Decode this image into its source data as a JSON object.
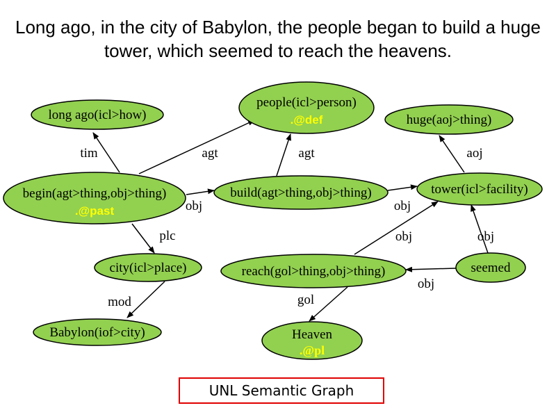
{
  "title": "Long ago, in the city of Babylon, the people began to build a huge tower, which seemed to reach the heavens.",
  "caption": "UNL Semantic Graph",
  "fill_color": "#92d050",
  "tag_color": "#ffff00",
  "caption_border_color": "#e00000",
  "nodes": {
    "longago": {
      "label": "long ago(icl>how)"
    },
    "people": {
      "label": "people(icl>person)",
      "tag": ".@def"
    },
    "huge": {
      "label": "huge(aoj>thing)"
    },
    "begin": {
      "label": "begin(agt>thing,obj>thing)",
      "tag": ".@past"
    },
    "build": {
      "label": "build(agt>thing,obj>thing)"
    },
    "tower": {
      "label": "tower(icl>facility)"
    },
    "city": {
      "label": "city(icl>place)"
    },
    "reach": {
      "label": "reach(gol>thing,obj>thing)"
    },
    "seemed": {
      "label": "seemed"
    },
    "babylon": {
      "label": "Babylon(iof>city)"
    },
    "heaven": {
      "label": "Heaven",
      "tag": ".@pl"
    }
  },
  "edges": [
    {
      "from": "begin",
      "to": "longago",
      "label": "tim"
    },
    {
      "from": "begin",
      "to": "people",
      "label": "agt"
    },
    {
      "from": "begin",
      "to": "build",
      "label": "obj"
    },
    {
      "from": "build",
      "to": "people",
      "label": "agt"
    },
    {
      "from": "build",
      "to": "tower",
      "label": "obj"
    },
    {
      "from": "tower",
      "to": "huge",
      "label": "aoj"
    },
    {
      "from": "begin",
      "to": "city",
      "label": "plc"
    },
    {
      "from": "city",
      "to": "babylon",
      "label": "mod"
    },
    {
      "from": "reach",
      "to": "tower",
      "label": "obj"
    },
    {
      "from": "seemed",
      "to": "tower",
      "label": "obj"
    },
    {
      "from": "seemed",
      "to": "reach",
      "label": "obj"
    },
    {
      "from": "reach",
      "to": "heaven",
      "label": "gol"
    }
  ]
}
